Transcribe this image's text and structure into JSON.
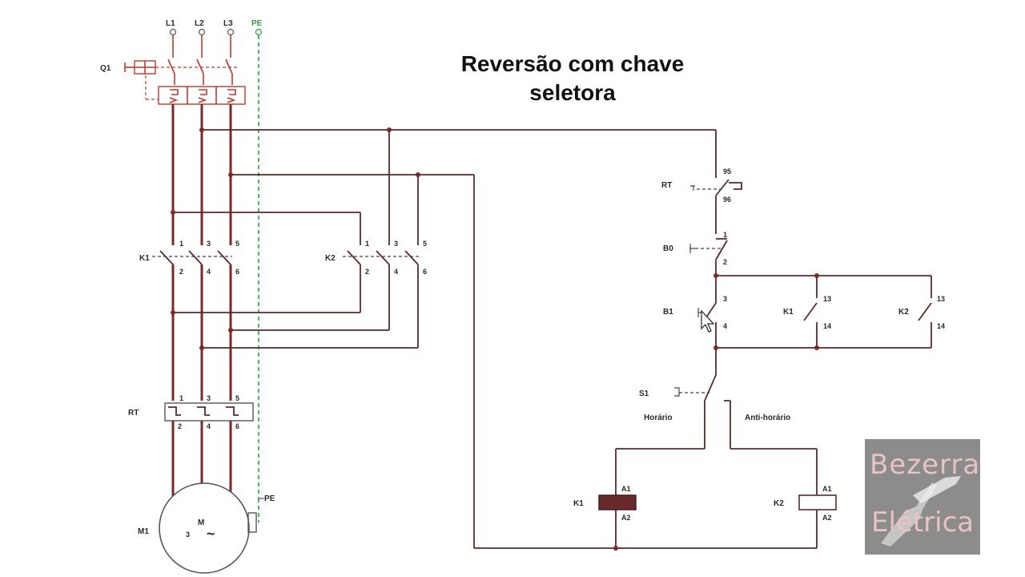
{
  "title_line1": "Reversão com chave",
  "title_line2": "seletora",
  "phases": [
    "L1",
    "L2",
    "L3",
    "PE"
  ],
  "breaker_label": "Q1",
  "contactor_k1": "K1",
  "contactor_k2": "K2",
  "power_terminals_top": [
    "1",
    "3",
    "5"
  ],
  "power_terminals_bottom": [
    "2",
    "4",
    "6"
  ],
  "overload_label": "RT",
  "motor_label": "M1",
  "motor_symbol": "M",
  "motor_phase": "3",
  "motor_tilde": "~",
  "pe_label": "PE",
  "ctrl": {
    "rt_label": "RT",
    "rt_t1": "95",
    "rt_t2": "96",
    "b0_label": "B0",
    "b0_t1": "1",
    "b0_t2": "2",
    "b1_label": "B1",
    "b1_t1": "3",
    "b1_t2": "4",
    "k1_aux": "K1",
    "k2_aux": "K2",
    "aux_t1": "13",
    "aux_t2": "14",
    "s1_label": "S1",
    "horario": "Horário",
    "anti_horario": "Anti-horário",
    "coil_k1": "K1",
    "coil_k2": "K2",
    "coil_a1": "A1",
    "coil_a2": "A2"
  },
  "watermark_line1": "Bezerra",
  "watermark_line2": "Elétrica",
  "colors": {
    "power_wire": "#7a2a2a",
    "breaker_red": "#c0392b",
    "ground_green": "#2e9e40",
    "coil_fill_k1": "#6a2a2a",
    "logo_bg": "#8c8c8c"
  }
}
